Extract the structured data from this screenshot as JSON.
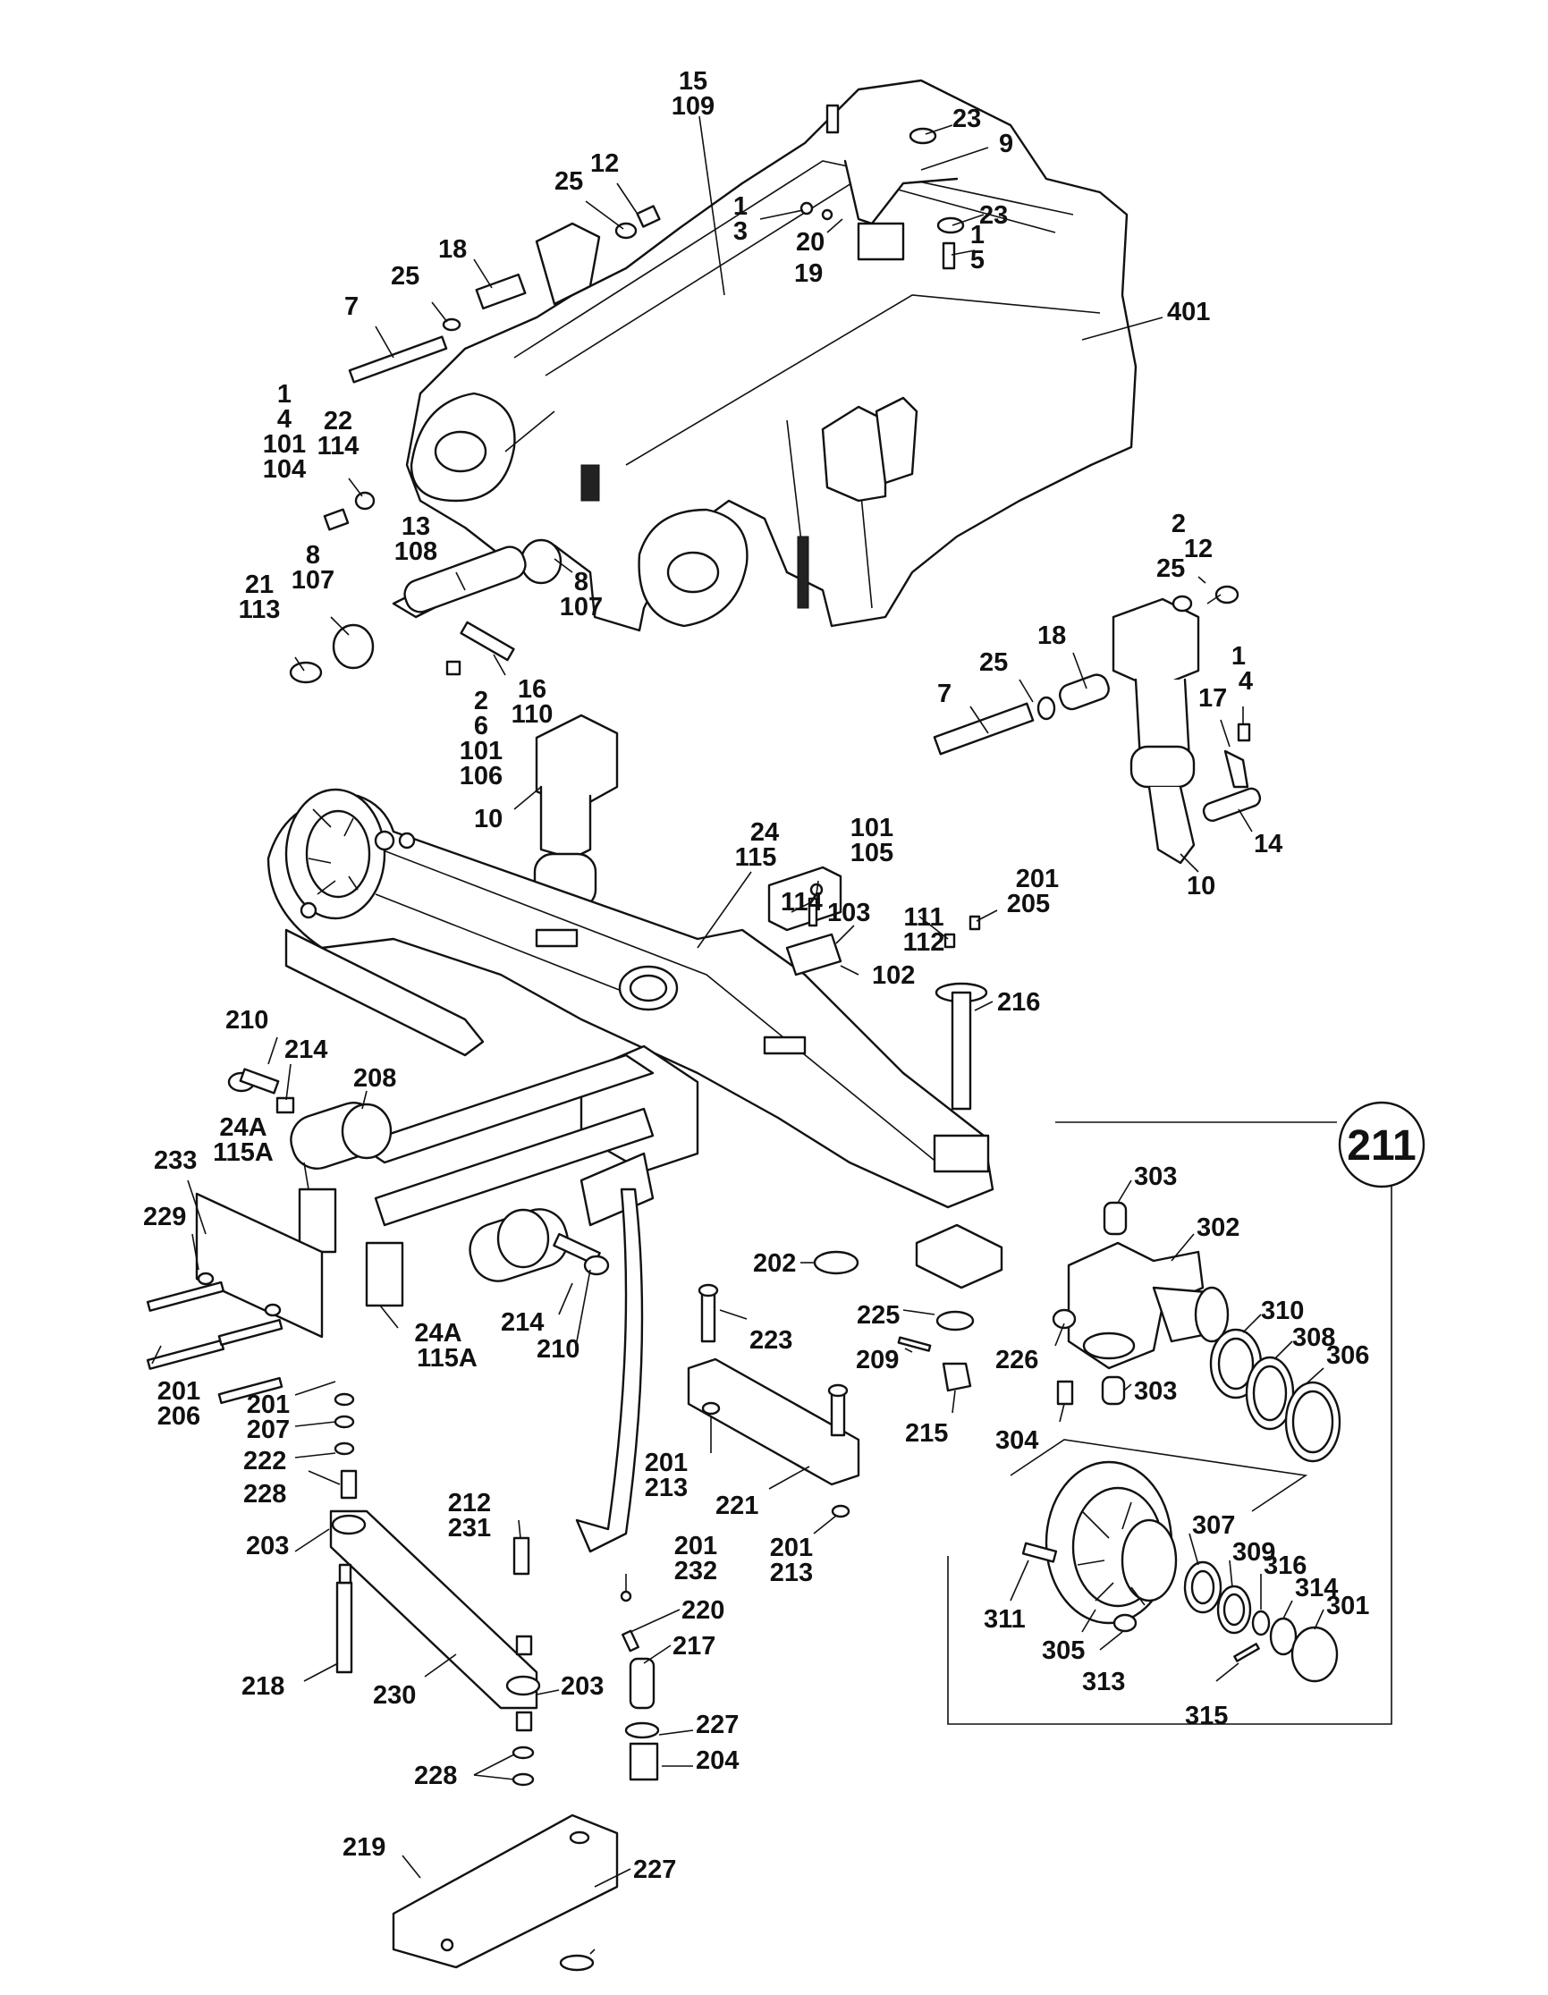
{
  "ink_color": "#111111",
  "background_color": "#ffffff",
  "detail_group": {
    "label": "211"
  },
  "callouts": [
    {
      "lines": [
        "15",
        "109"
      ]
    },
    {
      "lines": [
        "23"
      ]
    },
    {
      "lines": [
        "9"
      ]
    },
    {
      "lines": [
        "12"
      ]
    },
    {
      "lines": [
        "25"
      ]
    },
    {
      "lines": [
        "1",
        "3"
      ]
    },
    {
      "lines": [
        "20"
      ]
    },
    {
      "lines": [
        "19"
      ]
    },
    {
      "lines": [
        "23"
      ]
    },
    {
      "lines": [
        "1",
        "5"
      ]
    },
    {
      "lines": [
        "18"
      ]
    },
    {
      "lines": [
        "25"
      ]
    },
    {
      "lines": [
        "7"
      ]
    },
    {
      "lines": [
        "401"
      ]
    },
    {
      "lines": [
        "1",
        "4",
        "101",
        "104"
      ]
    },
    {
      "lines": [
        "22",
        "114"
      ]
    },
    {
      "lines": [
        "13",
        "108"
      ]
    },
    {
      "lines": [
        "8",
        "107"
      ]
    },
    {
      "lines": [
        "8",
        "107"
      ]
    },
    {
      "lines": [
        "21",
        "113"
      ]
    },
    {
      "lines": [
        "2",
        "6",
        "101",
        "106"
      ]
    },
    {
      "lines": [
        "16",
        "110"
      ]
    },
    {
      "lines": [
        "10"
      ]
    },
    {
      "lines": [
        "2",
        "12"
      ]
    },
    {
      "lines": [
        "25"
      ]
    },
    {
      "lines": [
        "18"
      ]
    },
    {
      "lines": [
        "25"
      ]
    },
    {
      "lines": [
        "7"
      ]
    },
    {
      "lines": [
        "1",
        "4"
      ]
    },
    {
      "lines": [
        "17"
      ]
    },
    {
      "lines": [
        "14"
      ]
    },
    {
      "lines": [
        "10"
      ]
    },
    {
      "lines": [
        "24",
        "115"
      ]
    },
    {
      "lines": [
        "101",
        "105"
      ]
    },
    {
      "lines": [
        "114"
      ]
    },
    {
      "lines": [
        "103"
      ]
    },
    {
      "lines": [
        "111",
        "112"
      ]
    },
    {
      "lines": [
        "201",
        "205"
      ]
    },
    {
      "lines": [
        "102"
      ]
    },
    {
      "lines": [
        "216"
      ]
    },
    {
      "lines": [
        "210"
      ]
    },
    {
      "lines": [
        "214"
      ]
    },
    {
      "lines": [
        "208"
      ]
    },
    {
      "lines": [
        "24A",
        "115A"
      ]
    },
    {
      "lines": [
        "233"
      ]
    },
    {
      "lines": [
        "229"
      ]
    },
    {
      "lines": [
        "201",
        "206"
      ]
    },
    {
      "lines": [
        "24A",
        "115A"
      ]
    },
    {
      "lines": [
        "214"
      ]
    },
    {
      "lines": [
        "210"
      ]
    },
    {
      "lines": [
        "202"
      ]
    },
    {
      "lines": [
        "225"
      ]
    },
    {
      "lines": [
        "223"
      ]
    },
    {
      "lines": [
        "209"
      ]
    },
    {
      "lines": [
        "215"
      ]
    },
    {
      "lines": [
        "201",
        "207"
      ]
    },
    {
      "lines": [
        "222"
      ]
    },
    {
      "lines": [
        "228"
      ]
    },
    {
      "lines": [
        "201",
        "213"
      ]
    },
    {
      "lines": [
        "221"
      ]
    },
    {
      "lines": [
        "201",
        "213"
      ]
    },
    {
      "lines": [
        "203"
      ]
    },
    {
      "lines": [
        "212",
        "231"
      ]
    },
    {
      "lines": [
        "201",
        "232"
      ]
    },
    {
      "lines": [
        "220"
      ]
    },
    {
      "lines": [
        "217"
      ]
    },
    {
      "lines": [
        "218"
      ]
    },
    {
      "lines": [
        "230"
      ]
    },
    {
      "lines": [
        "203"
      ]
    },
    {
      "lines": [
        "227"
      ]
    },
    {
      "lines": [
        "204"
      ]
    },
    {
      "lines": [
        "228"
      ]
    },
    {
      "lines": [
        "219"
      ]
    },
    {
      "lines": [
        "227"
      ]
    },
    {
      "lines": [
        "303"
      ]
    },
    {
      "lines": [
        "302"
      ]
    },
    {
      "lines": [
        "310"
      ]
    },
    {
      "lines": [
        "308"
      ]
    },
    {
      "lines": [
        "306"
      ]
    },
    {
      "lines": [
        "226"
      ]
    },
    {
      "lines": [
        "303"
      ]
    },
    {
      "lines": [
        "304"
      ]
    },
    {
      "lines": [
        "307"
      ]
    },
    {
      "lines": [
        "309"
      ]
    },
    {
      "lines": [
        "316"
      ]
    },
    {
      "lines": [
        "314"
      ]
    },
    {
      "lines": [
        "301"
      ]
    },
    {
      "lines": [
        "311"
      ]
    },
    {
      "lines": [
        "305"
      ]
    },
    {
      "lines": [
        "313"
      ]
    },
    {
      "lines": [
        "315"
      ]
    }
  ]
}
